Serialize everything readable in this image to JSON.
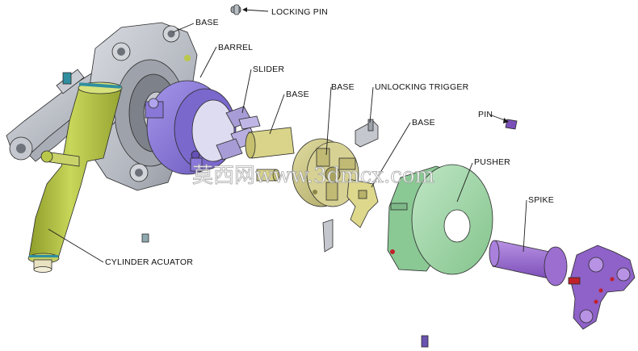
{
  "labels": {
    "locking_pin": "LOCKING PIN",
    "base_top": "BASE",
    "barrel": "BARREL",
    "slider": "SLIDER",
    "base_slider": "BASE",
    "base_mid": "BASE",
    "unlocking_trigger": "UNLOCKING TRIGGER",
    "base_trigger": "BASE",
    "pin": "PIN",
    "pusher": "PUSHER",
    "spike": "SPIKE",
    "cylinder_actuator": "CYLINDER ACUATOR"
  },
  "watermark": "莫西网www.3dmcx.com",
  "colors": {
    "base_grey": "#b8bcc4",
    "actuator_yellow": "#b9c84a",
    "barrel_purple": "#8a78d8",
    "chuck_yellow": "#cfc985",
    "pusher_green": "#9fd6a6",
    "spike_purple": "#9b6ed0",
    "pin_red": "#c0202a"
  }
}
